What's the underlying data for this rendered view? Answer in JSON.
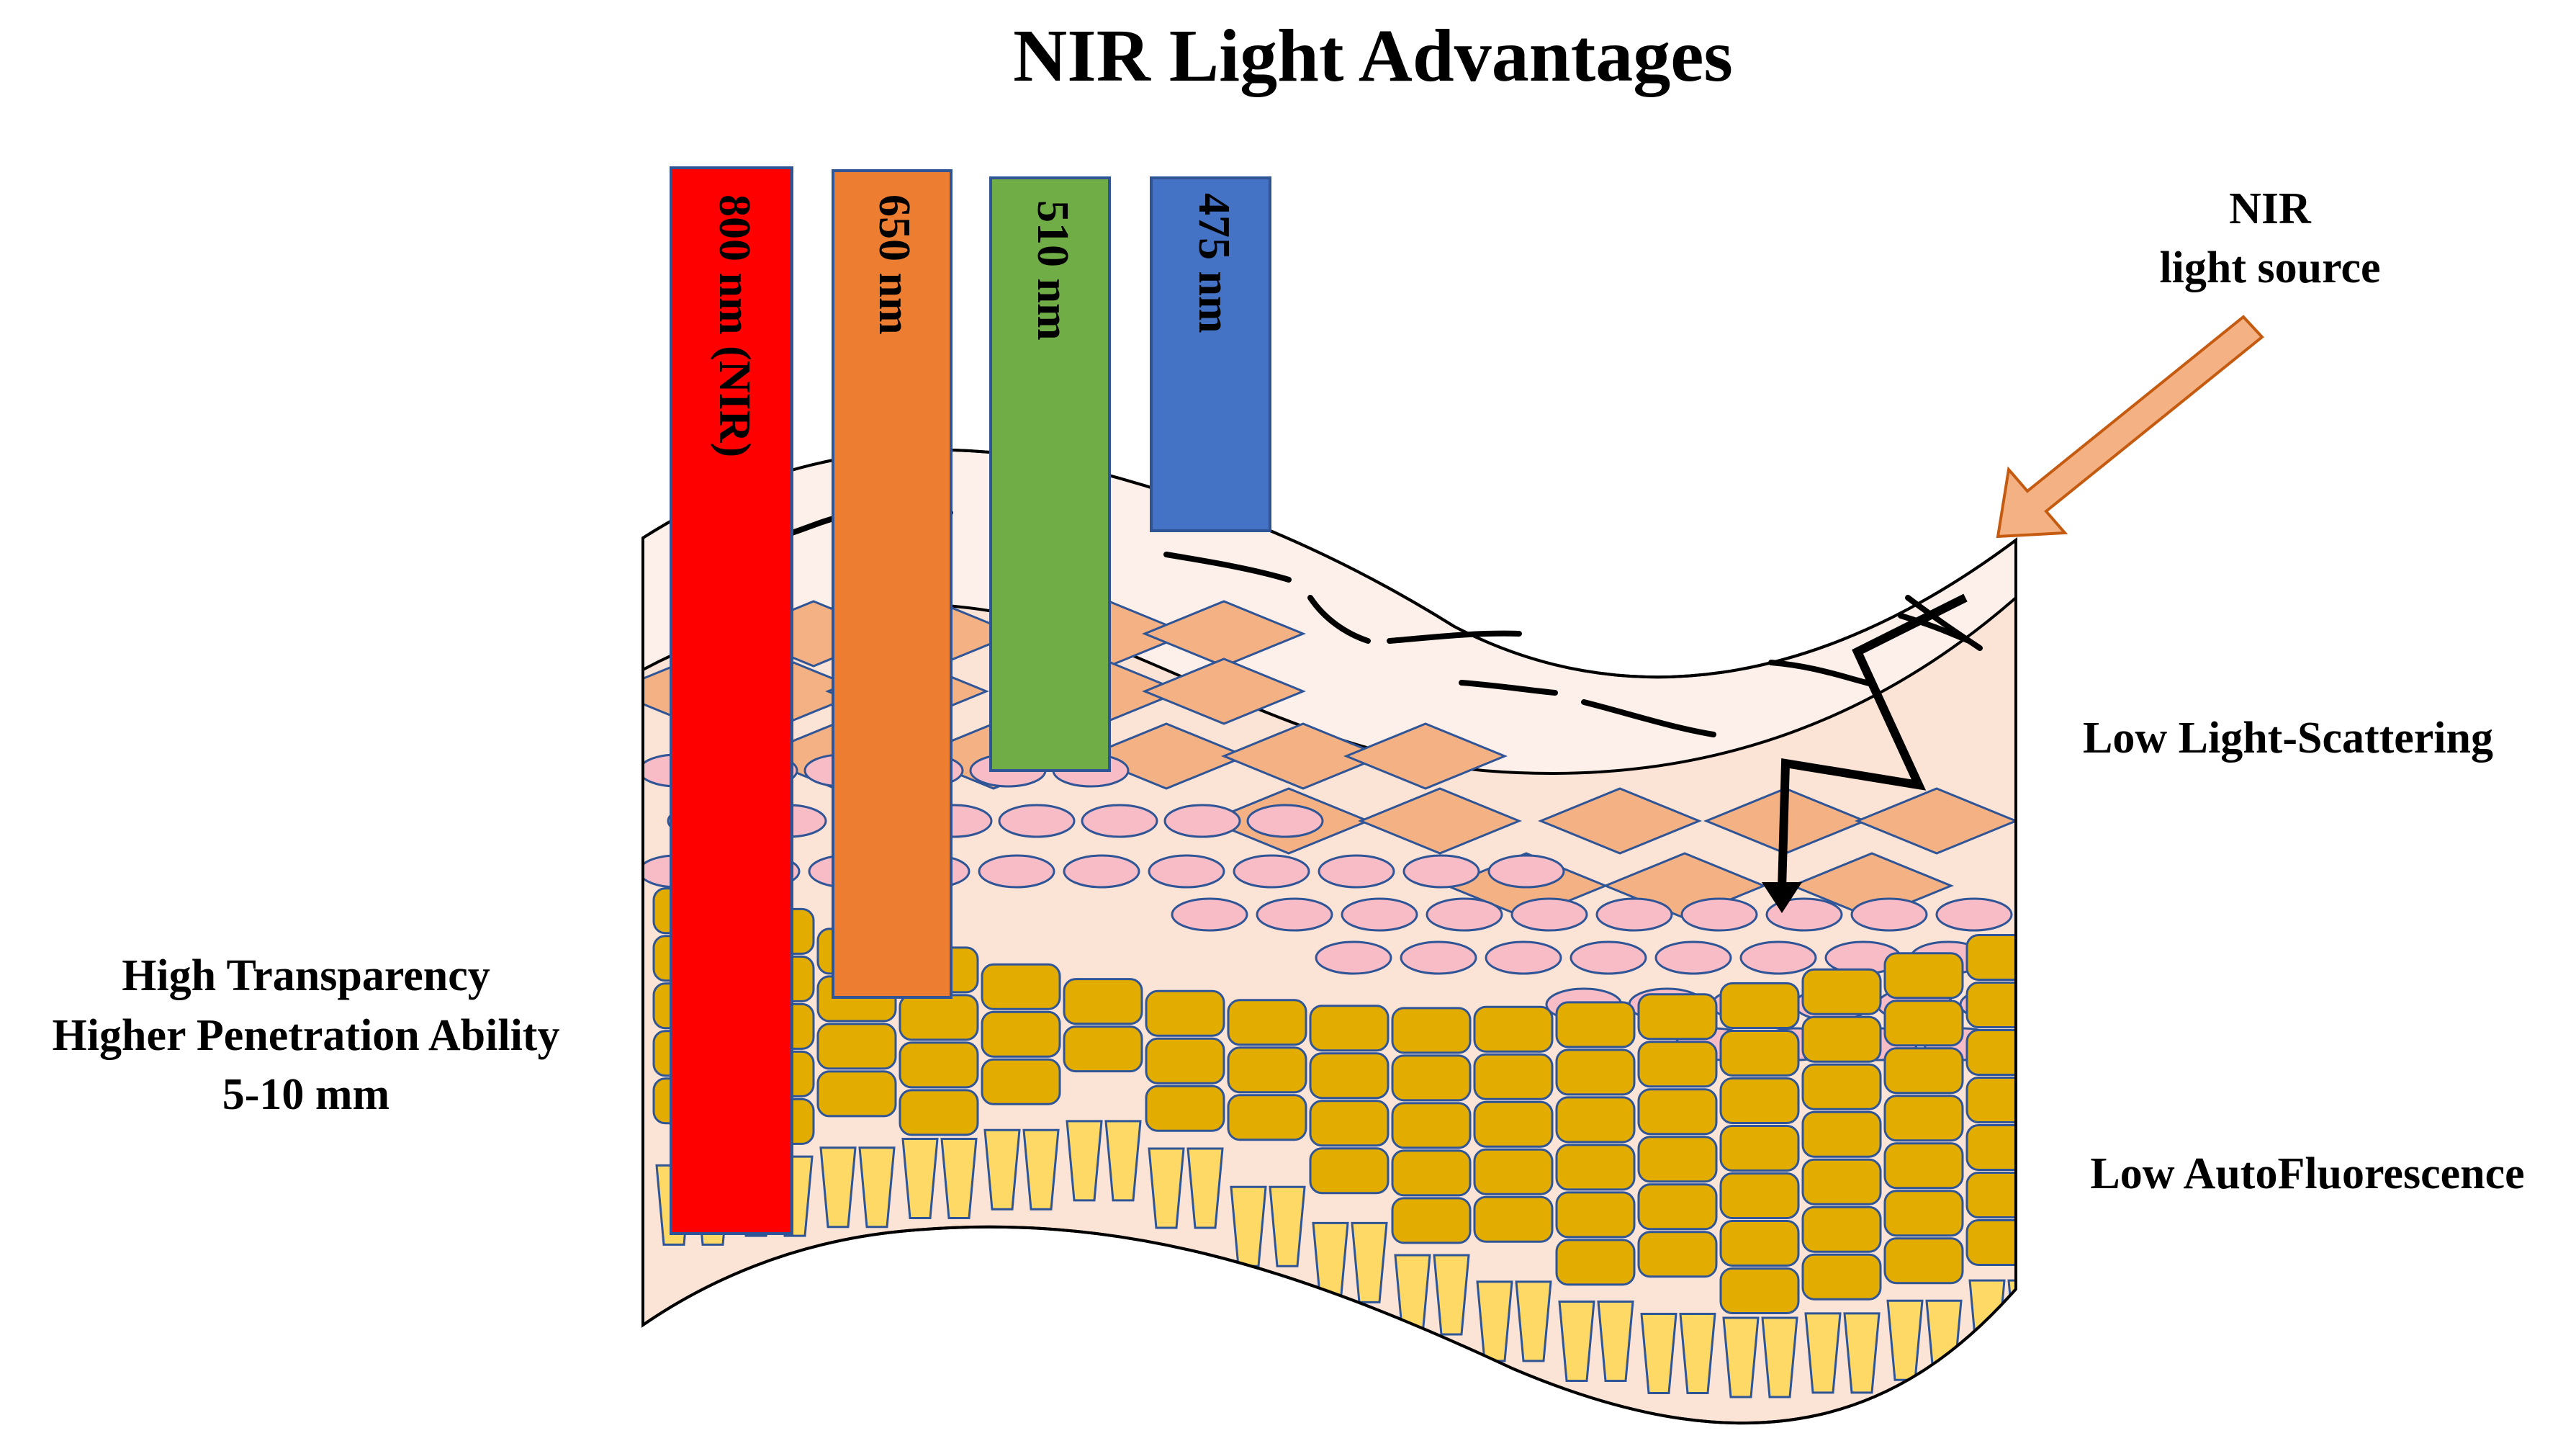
{
  "title": "NIR Light Advantages",
  "source_label": {
    "line1": "NIR",
    "line2": "light source"
  },
  "scattering_label": "Low Light-Scattering",
  "autofluorescence_label": "Low AutoFluorescence",
  "penetration_label": {
    "line1": "High Transparency",
    "line2": "Higher Penetration Ability",
    "line3": "5-10 mm"
  },
  "wavelength_bars": [
    {
      "label": "800 nm (NIR)",
      "color": "#ff0000",
      "depth": 1.0
    },
    {
      "label": "650 nm",
      "color": "#ed7d31",
      "depth": 0.785
    },
    {
      "label": "510 nm",
      "color": "#70ad47",
      "depth": 0.55
    },
    {
      "label": "475 nm",
      "color": "#4472c4",
      "depth": 0.33
    }
  ],
  "colors": {
    "skin_fill": "#fbe3d6",
    "stratum": "#fdf0ea",
    "diamond": "#f4b183",
    "oval": "#f8bcc7",
    "cell": "#e2ad00",
    "root": "#ffd966",
    "outline": "#2f5597",
    "arrow": "#f4b183",
    "arrow_outline": "#c55a11"
  }
}
